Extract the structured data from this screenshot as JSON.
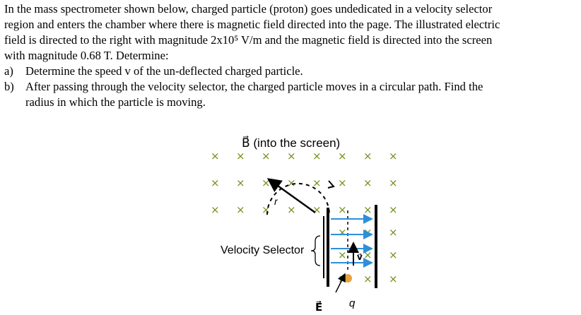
{
  "problem": {
    "lines": [
      "In the mass spectrometer shown below, charged particle (proton) goes undedicated in a velocity selector",
      "region and enters the chamber where there is magnetic field directed into the page. The illustrated electric",
      "field is directed to the right with magnitude 2x10⁵ V/m and the magnetic field is directed into the screen",
      "with magnitude 0.68 T. Determine:"
    ],
    "part_a": {
      "marker": "a)",
      "text": "Determine the speed v of the un-deflected charged particle."
    },
    "part_b": {
      "marker": "b)",
      "line1": "After passing through the velocity selector, the charged particle moves in a circular path. Find the",
      "line2": "radius in which the particle is moving."
    }
  },
  "figure": {
    "b_field_label": "B⃗ (into the screen)",
    "velocity_selector_label": "Velocity Selector",
    "radius_label": "r",
    "velocity_label": "v⃗",
    "electric_field_label": "E⃗",
    "charge_label": "q",
    "cross_symbol": "×",
    "colors": {
      "cross": "#6f8f18",
      "e_field_arrow": "#2e8fd8",
      "particle": "#e8a23a",
      "plate": "#000000"
    }
  }
}
